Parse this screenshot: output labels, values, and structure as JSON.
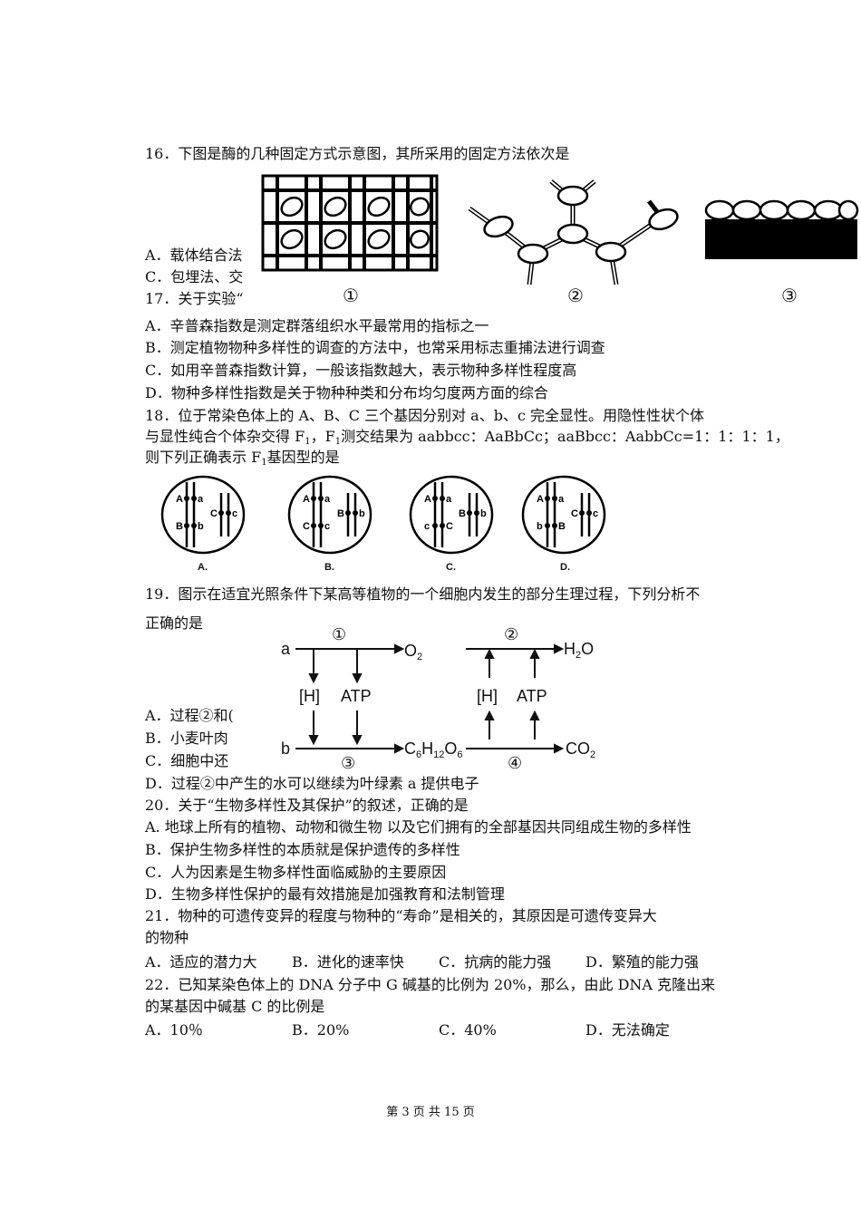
{
  "q16": {
    "stem": "16．下图是酶的几种固定方式示意图，其所采用的固定方法依次是",
    "optA": "A．载体结合法",
    "optC": "C．包埋法、交",
    "fig_labels": [
      "①",
      "②",
      "③"
    ]
  },
  "q17": {
    "stem": "17．关于实验“",
    "optA": "A．辛普森指数是测定群落组织水平最常用的指标之一",
    "optB": "B．测定植物物种多样性的调查的方法中，也常采用标志重捕法进行调查",
    "optC": "C．如用辛普森指数计算，一般该指数越大，表示物种多样性程度高",
    "optD": "D．物种多样性指数是关于物种种类和分布均匀度两方面的综合"
  },
  "q18": {
    "stem1": "18．位于常染色体上的 A、B、C 三个基因分别对 a、b、c 完全显性。用隐性性状个体",
    "stem2_a": "与显性纯合个体杂交得 F",
    "stem2_sub1": "1",
    "stem2_b": "，F",
    "stem2_sub2": "1",
    "stem2_c": "测交结果为 aabbcc：AaBbCc；aaBbcc：AabbCc=1：1：1：1，",
    "stem3_a": "则下列正确表示 F",
    "stem3_sub": "1",
    "stem3_b": "基因型的是",
    "circle_labels": [
      "A.",
      "B.",
      "C.",
      "D."
    ]
  },
  "q19": {
    "stem1": "19．图示在适宜光照条件下某高等植物的一个细胞内发生的部分生理过程，下列分析不",
    "stem2": "正确的是",
    "optA": "A．过程②和(",
    "optB": "B．小麦叶肉",
    "optC": "C．细胞中还",
    "optD": "D．过程②中产生的水可以继续为叶绿素 a 提供电子",
    "diagram": {
      "a": "a",
      "b": "b",
      "o2": "O",
      "o2_sub": "2",
      "h2o": "H",
      "h2o_sub": "2",
      "h2o_tail": "O",
      "h": "[H]",
      "atp": "ATP",
      "glucose": "C",
      "glucose_sub1": "6",
      "glucose_h": "H",
      "glucose_sub2": "12",
      "glucose_o": "O",
      "glucose_sub3": "6",
      "co2": "CO",
      "co2_sub": "2",
      "n1": "①",
      "n2": "②",
      "n3": "③",
      "n4": "④"
    }
  },
  "q20": {
    "stem": "20．关于“生物多样性及其保护”的叙述，正确的是",
    "optA": "A. 地球上所有的植物、动物和微生物  以及它们拥有的全部基因共同组成生物的多样性",
    "optB": "B．保护生物多样性的本质就是保护遗传的多样性",
    "optC": "C．人为因素是生物多样性面临威胁的主要原因",
    "optD": "D．生物多样性保护的最有效措施是加强教育和法制管理"
  },
  "q21": {
    "stem1": "21．物种的可遗传变异的程度与物种的“寿命”是相关的，其原因是可遗传变异大",
    "stem2": "的物种",
    "optA": "A．适应的潜力大",
    "optB": "B．进化的速率快",
    "optC": "C．抗病的能力强",
    "optD": "D．繁殖的能力强"
  },
  "q22": {
    "stem1": "22．已知某染色体上的 DNA 分子中 G 碱基的比例为 20%，那么，由此 DNA 克隆出来",
    "stem2": "的某基因中碱基 C 的比例是",
    "optA": "A．10％",
    "optB": "B．20%",
    "optC": "C．40%",
    "optD": "D．无法确定"
  },
  "footer": "第 3 页 共 15 页"
}
